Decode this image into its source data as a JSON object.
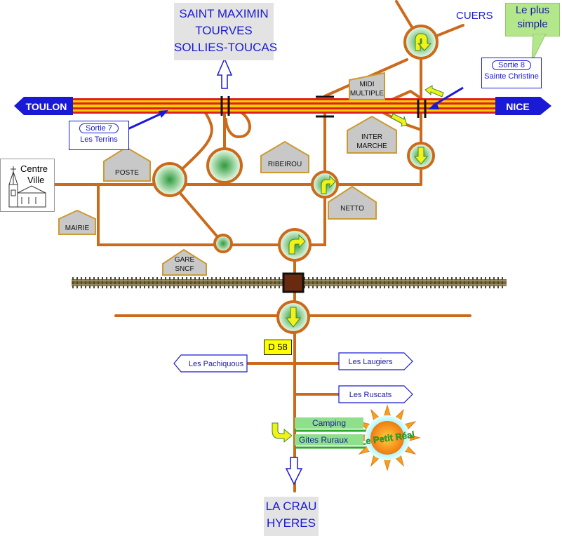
{
  "destinations": {
    "north": [
      "SAINT MAXIMIN",
      "TOURVES",
      "SOLLIES-TOUCAS"
    ],
    "south": [
      "LA CRAU",
      "HYERES"
    ],
    "west": "TOULON",
    "east": "NICE",
    "northeast": "CUERS"
  },
  "callout": [
    "Le plus",
    "simple"
  ],
  "exits": [
    {
      "number": "Sortie 7",
      "name": "Les Terrins"
    },
    {
      "number": "Sortie 8",
      "name": "Sainte Christine"
    }
  ],
  "places": {
    "centre_ville": [
      "Centre",
      "Ville"
    ],
    "poste": "POSTE",
    "mairie": "MAIRIE",
    "gare": [
      "GARE",
      "SNCF"
    ],
    "ribeirou": "RIBEIROU",
    "netto": "NETTO",
    "intermarche": [
      "INTER",
      "MARCHE"
    ],
    "midi_multiple": [
      "MIDI",
      "MULTIPLE"
    ]
  },
  "road_number": "D 58",
  "direction_signs": {
    "les_pachiquous": "Les Pachiquous",
    "les_laugiers": "Les Laugiers",
    "les_ruscats": "Les Ruscats"
  },
  "camping": "Camping",
  "gites": "Gites Ruraux",
  "logo_text": "Le Petit Réal",
  "colors": {
    "road": "#cc6a1c",
    "motorway_red": "#e02020",
    "motorway_yellow": "#f5d000",
    "sign_blue": "#1a1ad6",
    "roundabout_green": "#3aa84a",
    "arrow_yellow": "#f2f21a",
    "building_grey": "#c8c8c8",
    "camping_green": "#2ea82e"
  }
}
